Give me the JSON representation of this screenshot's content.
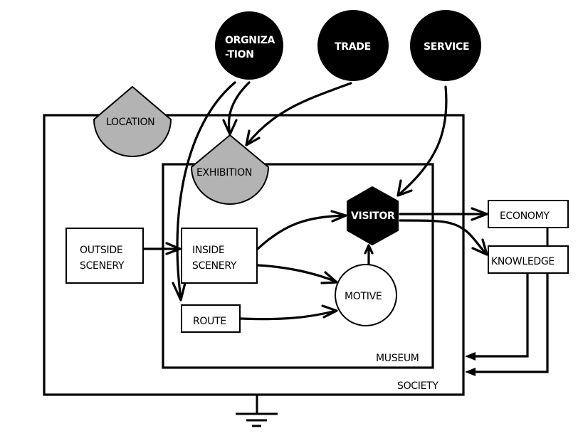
{
  "diagram": {
    "colors": {
      "external_node_fill": "#000000",
      "external_node_text": "#ffffff",
      "shield_fill": "#b3b3b3",
      "box_fill": "#ffffff",
      "stroke": "#000000"
    },
    "external_factors": [
      {
        "id": "organization",
        "line1": "ORGNIZA",
        "line2": "-TION"
      },
      {
        "id": "trade",
        "label": "TRADE"
      },
      {
        "id": "service",
        "label": "SERVICE"
      }
    ],
    "containers": {
      "society": "SOCIETY",
      "museum": "MUSEUM"
    },
    "shields": {
      "location": "LOCATION",
      "exhibition": "EXHIBITION"
    },
    "nodes": {
      "outside_scenery": {
        "line1": "OUTSIDE",
        "line2": "SCENERY"
      },
      "inside_scenery": {
        "line1": "INSIDE",
        "line2": "SCENERY"
      },
      "route": "ROUTE",
      "motive": "MOTIVE",
      "visitor": "VISITOR",
      "economy": "ECONOMY",
      "knowledge": "KNOWLEDGE"
    },
    "edges": [
      {
        "from": "ORGNIZA-TION",
        "to": "EXHIBITION"
      },
      {
        "from": "ORGNIZA-TION",
        "to": "ROUTE"
      },
      {
        "from": "TRADE",
        "to": "EXHIBITION"
      },
      {
        "from": "SERVICE",
        "to": "VISITOR"
      },
      {
        "from": "OUTSIDE SCENERY",
        "to": "INSIDE SCENERY"
      },
      {
        "from": "INSIDE SCENERY",
        "to": "VISITOR"
      },
      {
        "from": "INSIDE SCENERY",
        "to": "MOTIVE"
      },
      {
        "from": "ROUTE",
        "to": "MOTIVE"
      },
      {
        "from": "MOTIVE",
        "to": "VISITOR"
      },
      {
        "from": "VISITOR",
        "to": "ECONOMY"
      },
      {
        "from": "VISITOR",
        "to": "KNOWLEDGE"
      },
      {
        "from": "ECONOMY",
        "to": "SOCIETY"
      },
      {
        "from": "KNOWLEDGE",
        "to": "SOCIETY"
      }
    ],
    "ground_symbol": "ground-icon"
  }
}
